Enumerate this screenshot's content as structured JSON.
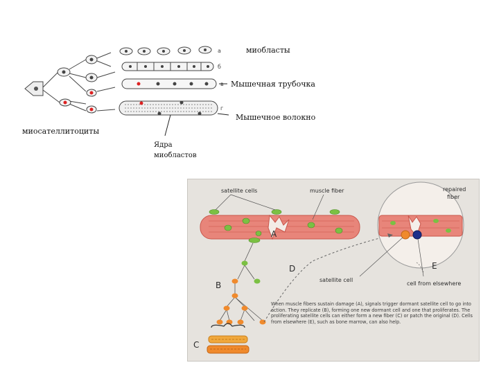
{
  "top_diagram": {
    "labels": {
      "myoblasts": "миобласты",
      "myotube": "Мышечная трубочка",
      "muscle_fiber": "Мышечное волокно",
      "myosatellite": "миосателлитоциты",
      "nuclei_line1": "Ядра",
      "nuclei_line2": "миобластов"
    },
    "row_letters": [
      "a",
      "б",
      "в",
      "г"
    ]
  },
  "bottom_panel": {
    "labels": {
      "satellite_cells": "satellite cells",
      "muscle_fiber": "muscle fiber",
      "repaired_line1": "repaired",
      "repaired_line2": "fiber",
      "letter_a": "A",
      "letter_b": "B",
      "letter_c": "C",
      "letter_d": "D",
      "letter_e": "E",
      "satellite_cell": "satellite cell",
      "cell_elsewhere": "cell from elsewhere"
    },
    "caption": "When muscle fibers sustain damage (A), signals trigger dormant satellite cell to go into action. They replicate (B), forming one new dormant cell and one that proliferates. The proliferating satellite cells can either form a new fiber (C) or patch the original (D). Cells from elsewhere (E), such as bone marrow, can also help.",
    "colors": {
      "fiber": "#e8857a",
      "fiber_dark": "#c9564b",
      "satellite": "#7bc043",
      "orange_cell": "#f08a2c",
      "blue_cell": "#1d2f8a"
    }
  }
}
